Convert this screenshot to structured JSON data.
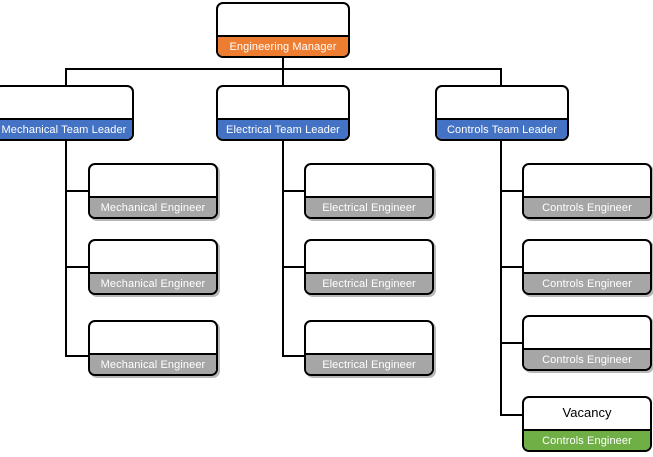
{
  "chart": {
    "type": "org-chart",
    "root": {
      "band_label": "Engineering Manager",
      "band_color": "#ED7D31",
      "title": ""
    },
    "branches": [
      {
        "leader": {
          "band_label": "Mechanical Team Leader",
          "band_color": "#4472C4",
          "title": ""
        },
        "reports": [
          {
            "band_label": "Mechanical Engineer",
            "band_color": "#A6A6A6",
            "title": ""
          },
          {
            "band_label": "Mechanical Engineer",
            "band_color": "#A6A6A6",
            "title": ""
          },
          {
            "band_label": "Mechanical Engineer",
            "band_color": "#A6A6A6",
            "title": ""
          }
        ]
      },
      {
        "leader": {
          "band_label": "Electrical Team Leader",
          "band_color": "#4472C4",
          "title": ""
        },
        "reports": [
          {
            "band_label": "Electrical Engineer",
            "band_color": "#A6A6A6",
            "title": ""
          },
          {
            "band_label": "Electrical Engineer",
            "band_color": "#A6A6A6",
            "title": ""
          },
          {
            "band_label": "Electrical Engineer",
            "band_color": "#A6A6A6",
            "title": ""
          }
        ]
      },
      {
        "leader": {
          "band_label": "Controls Team Leader",
          "band_color": "#4472C4",
          "title": ""
        },
        "reports": [
          {
            "band_label": "Controls Engineer",
            "band_color": "#A6A6A6",
            "title": ""
          },
          {
            "band_label": "Controls Engineer",
            "band_color": "#A6A6A6",
            "title": ""
          },
          {
            "band_label": "Controls Engineer",
            "band_color": "#A6A6A6",
            "title": ""
          },
          {
            "band_label": "Controls Engineer",
            "band_color": "#6FAF46",
            "title": "Vacancy"
          }
        ]
      }
    ]
  }
}
